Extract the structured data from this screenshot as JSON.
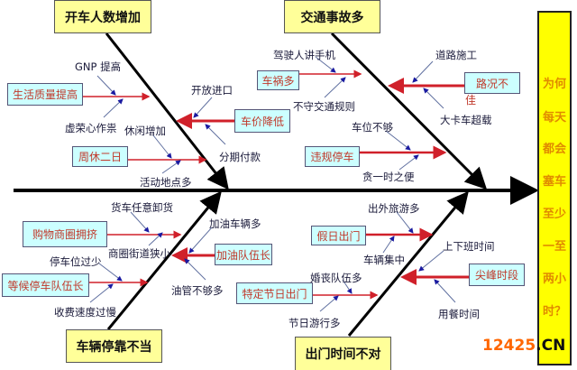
{
  "problem": {
    "lines": [
      "为何",
      "每天",
      "都会",
      "塞车",
      "至少",
      "一至",
      "两小",
      "时？"
    ]
  },
  "categories": {
    "more_drivers": "开车人数增加",
    "accidents": "交通事故多",
    "parking": "车辆停靠不当",
    "timing": "出门时间不对"
  },
  "causes": {
    "living_standard": "生活质量提高",
    "car_price": "车价降低",
    "weekend": "周休二日",
    "crashes": "车祸多",
    "road_condition": "路况不",
    "road_condition_2": "佳",
    "illegal_parking": "违规停车",
    "shopping": "购物商圈拥挤",
    "gas_queue": "加油队伍长",
    "parking_queue": "等候停车队伍长",
    "holiday": "假日出门",
    "festival": "特定节日出门",
    "peak": "尖峰时段"
  },
  "sub_causes": {
    "gnp": "GNP 提高",
    "vanity": "虚荣心作祟",
    "import": "开放进口",
    "leisure": "休闲增加",
    "installment": "分期付款",
    "venues": "活动地点多",
    "phone": "驾驶人讲手机",
    "rules": "不守交通规则",
    "construction": "道路施工",
    "truck_overload": "大卡车超载",
    "no_spots": "车位不够",
    "convenience": "贪一时之便",
    "unloading": "货车任意卸货",
    "tankers": "加油车辆多",
    "narrow_streets": "商圈街道狭小",
    "few_spaces": "停车位过少",
    "few_pumps": "油管不够多",
    "slow_toll": "收费速度过慢",
    "travel": "出外旅游多",
    "concentration": "车辆集中",
    "commute": "上下班时间",
    "weddings": "婚丧队伍多",
    "parades": "节日游行多",
    "meals": "用餐时间"
  },
  "watermark": {
    "num": "12425",
    "suffix": ".CN"
  },
  "colors": {
    "category": "#ffff99",
    "cause": "#ccffff",
    "head": "#ffff00",
    "arrow_red": "#d0202a",
    "arrow_blue": "#1a1aa0"
  }
}
